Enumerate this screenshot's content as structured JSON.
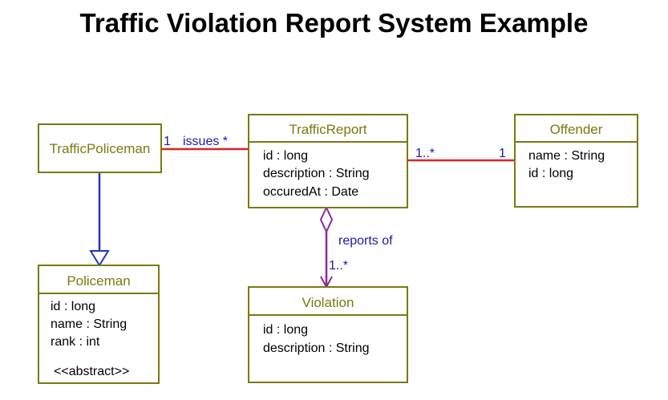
{
  "title": "Traffic Violation Report System Example",
  "colors": {
    "class_border": "#7a7a10",
    "class_name": "#7a7a10",
    "association_red": "#dd2222",
    "generalization_blue": "#2233cc",
    "aggregation_purple": "#8a2a9a",
    "label_blue": "#1a1aa6"
  },
  "classes": {
    "traffic_policeman": {
      "name": "TrafficPoliceman",
      "attributes": []
    },
    "traffic_report": {
      "name": "TrafficReport",
      "attributes": [
        "id : long",
        "description : String",
        "occuredAt : Date"
      ]
    },
    "offender": {
      "name": "Offender",
      "attributes": [
        "name : String",
        "id : long"
      ]
    },
    "policeman": {
      "name": "Policeman",
      "attributes": [
        "id : long",
        "name : String",
        "rank : int"
      ],
      "stereotype": "<<abstract>>"
    },
    "violation": {
      "name": "Violation",
      "attributes": [
        "id : long",
        "description : String"
      ]
    }
  },
  "associations": {
    "issues": {
      "mult_source": "1",
      "label": "issues *"
    },
    "report_offender": {
      "mult_source": "1..*",
      "mult_target": "1"
    },
    "reports_of": {
      "label": "reports of",
      "mult_target": "1..*"
    }
  }
}
